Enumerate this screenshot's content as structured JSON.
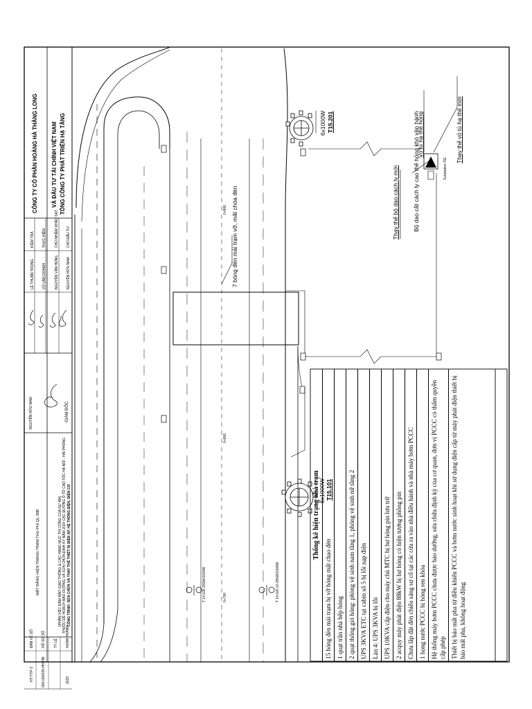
{
  "title_block": {
    "org_line1": "TỔNG CÔNG TY PHÁT TRIỂN HẠ TẦNG",
    "org_line2": "VÀ ĐẦU TƯ TÀI CHÍNH VIỆT NAM",
    "company": "CÔNG TY CỔ PHẦN HOÀNG HÀ THĂNG LONG",
    "roles": [
      {
        "role": "CHỦ ĐẦU TƯ",
        "name": "NGUYỄN HỮU NAM"
      },
      {
        "role": "CHỦ NHIỆM KHẢO SÁT",
        "name": "NGUYỄN VĂN HÙNG"
      },
      {
        "role": "THỰC HIỆN",
        "name": "VŨ VĂN DOANH"
      },
      {
        "role": "KIỂM TRA",
        "name": "LÊ THUẬN TRỌNG"
      }
    ],
    "director_role": "GIÁM ĐỐC",
    "director_name": "NGUYỄN HỮU NAM",
    "project_lines": [
      "CÔNG TRÌNH: SỬA CHỮA VÀ THAY THẾ THIẾT BỊ ĐIỆN ÁP, HỆ THỐNG ĐIỆN, ĐIỆN CƠ",
      "THUỘC ĐỀ HOẠCH BẢO DƯỠNG VÀ SỬA CHỮA ĐỊNH KỲ NĂM 2024 CÁC ĐƯỜNG Ô TÔ CAO TỐC HÀ NỘI - HẢI PHÒNG",
      "(PHẦN VIỆC ĐẢM BẢO GIAO THÔNG & CÁC HẠNG MỤC THI CÔNG CỦA DỰ ÁN)"
    ],
    "drawing_title": "MẶT BẰNG HIỆN TRẠNG TRẠM THU PHÍ QL.38B",
    "meta": [
      {
        "label": "HOÀN THÀNH",
        "value": "2025"
      },
      {
        "label": "TỶ LỆ",
        "value": ""
      },
      {
        "label": "HỒ SƠ SỐ",
        "value": "004-000035-HH-HN"
      },
      {
        "label": "BẢN VẼ SỐ",
        "value": "HT-TTP-3"
      }
    ]
  },
  "annotations": {
    "replace_cabinet": "Thay thế vỏ tủ hạ thế mới",
    "cabinet_broken": "Vỏ tủ hạ thế hỏng",
    "switch_hard": "Bộ dao cắt cách ly cao thế hỏng khó vận hành",
    "switch_replace": "Thay thế bộ dao cách ly mới",
    "substation": "Substation TIE",
    "roof_lights": "7 bóng đèn mái trạm vỡ, mất chóa đèn",
    "pole_1_id": "T15.201",
    "pole_1_spec": "6x1000W",
    "pole_2_id": "T15.101",
    "pole_2_spec": "6x1000W",
    "pole_3": "T 14.020.10  250W/1000W",
    "pole_4": "T 14.028  250W/1000W",
    "chainage_1": "0+800",
    "chainage_2": "0+800",
    "chainage_3": "0+700"
  },
  "status_table": {
    "title": "Thống kê hiện trạng nhà trạm",
    "rows": [
      "15 bóng đèn mái trạm bị vỡ hỏng mất chao đèn",
      "1 quạt trần nhà bếp hỏng",
      "2 quạt thông gió hỏng: phòng vệ sinh nam tầng 1, phòng vệ sinh nữ tầng 2",
      "UPS 3KVA ETC tại cabin số 5 bị lỗi nạp điện",
      "Làn 4: UPS 3KVA bị lỗi",
      "UPS 10KVA cấp điện cho máy chủ MTC bị hư hỏng pin lưu trữ",
      "2 acquy máy phát điện 88kW bị hư hỏng có hiện tượng phồng pin",
      "Chưa lắp đặt đèn chiếu sáng sự cố tại các cửa ra vào nhà điều hành và nhà máy bơm PCCC",
      "1 họng nước PCCC bị hỏng ren khóa",
      "Hệ thống máy bơm PCCC chưa được bảo dưỡng, sửa chữa định kỳ của cơ quan, đơn vị PCCC có thẩm quyền cấp phép",
      "Thiết bị bảo mất pha từ điều khiển PCCC và bơm nước sinh hoạt khi sử dụng điện cấp từ máy phát điện thiết bị bảo mất pha, không hoạt động"
    ]
  }
}
